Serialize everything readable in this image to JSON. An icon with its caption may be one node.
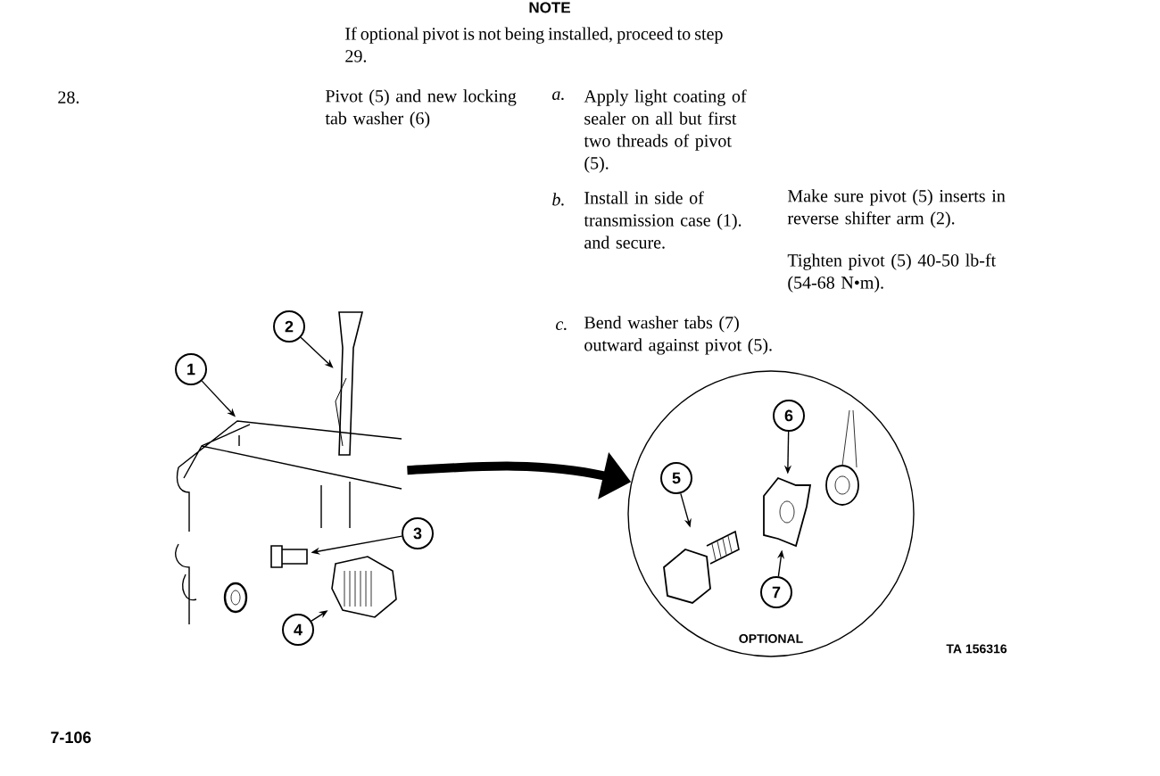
{
  "diagram": {
    "nodes": [
      {
        "text": [
          "1"
        ]
      },
      {
        "text": [
          "2"
        ]
      },
      {
        "text": [
          "3"
        ]
      },
      {
        "text": [
          "4"
        ]
      },
      {
        "text": [
          "OPTIONAL"
        ]
      },
      {
        "text": [
          "5"
        ],
        "in": 4
      },
      {
        "text": [
          "6"
        ],
        "in": 4
      },
      {
        "text": [
          "7"
        ],
        "in": 4
      },
      {
        "text": [],
        "shape": "picture"
      },
      {
        "text": [],
        "shape": "picture"
      },
      {
        "text": [],
        "shape": "picture"
      },
      {
        "text": [],
        "shape": "picture"
      },
      {
        "text": [],
        "shape": "picture",
        "in": 4
      },
      {
        "text": [],
        "shape": "picture",
        "in": 4
      }
    ],
    "edges": [
      {
        "from": 0,
        "to": 8,
        "arrow": "to"
      },
      {
        "from": 1,
        "to": 9,
        "arrow": "to"
      },
      {
        "from": 2,
        "to": 10,
        "arrow": "to"
      },
      {
        "from": 3,
        "to": 11,
        "arrow": "to"
      },
      {
        "from": 5,
        "to": 12,
        "arrow": "to"
      },
      {
        "from": 6,
        "to": 13,
        "arrow": "to"
      },
      {
        "from": 7,
        "to": 13,
        "arrow": "to"
      },
      {
        "from": 8,
        "to": 4,
        "arrow": "to",
        "style": "thick"
      }
    ],
    "labels": [
      "NOTE",
      "If optional pivot is not being installed, proceed to step 29.",
      "28.",
      "Pivot (5) and new locking tab washer (6)",
      "a.",
      "Apply light coating of sealer on all but first two threads of pivot (5).",
      "b.",
      "Install in side of transmission case (1). and secure.",
      "Make sure pivot (5) inserts in reverse shifter arm (2).",
      "Tighten pivot (5) 40-50 lb-ft (54-68 N•m).",
      "c.",
      "Bend washer tabs (7) outward against pivot (5).",
      "TA 156316",
      "7-106"
    ]
  }
}
